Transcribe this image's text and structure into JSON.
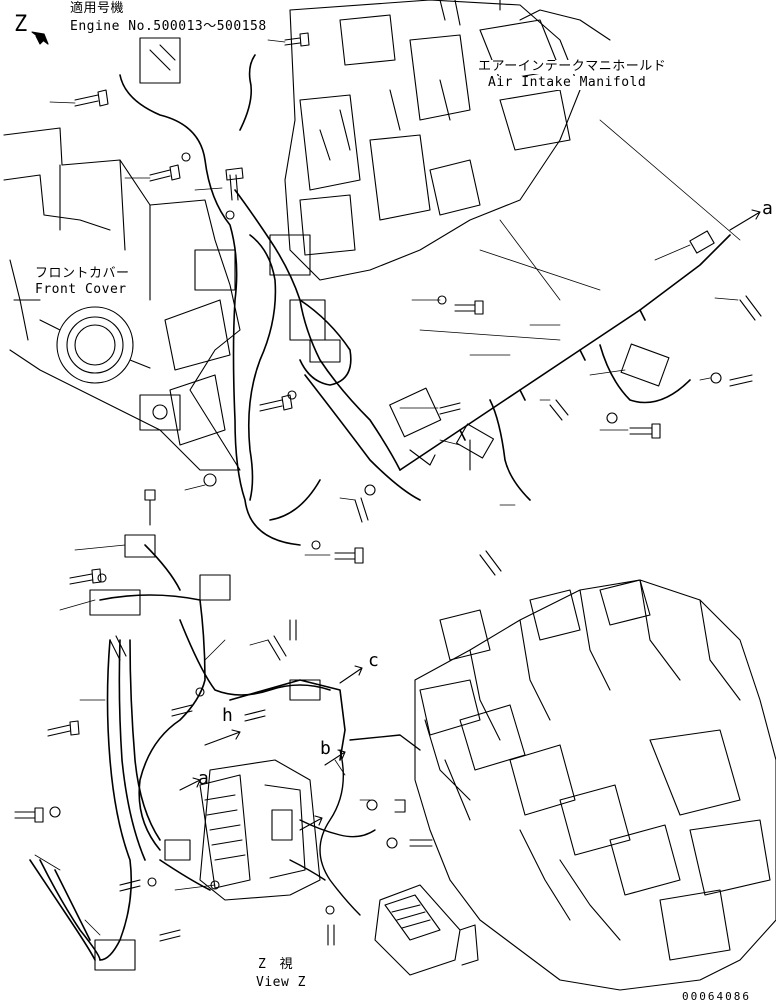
{
  "view_mark": "Z",
  "applicable_jp": "適用号機",
  "applicable_en": "Engine No.500013～500158",
  "intake_jp": "エアーインテークマニホールド",
  "intake_en": "Air Intake Manifold",
  "front_jp": "フロントカバー",
  "front_en": "Front Cover",
  "view_jp": "Z 視",
  "view_en": "View Z",
  "connector_a": "a",
  "connector_b": "b",
  "connector_c": "c",
  "connector_h": "h",
  "drawing_number": "00064086"
}
